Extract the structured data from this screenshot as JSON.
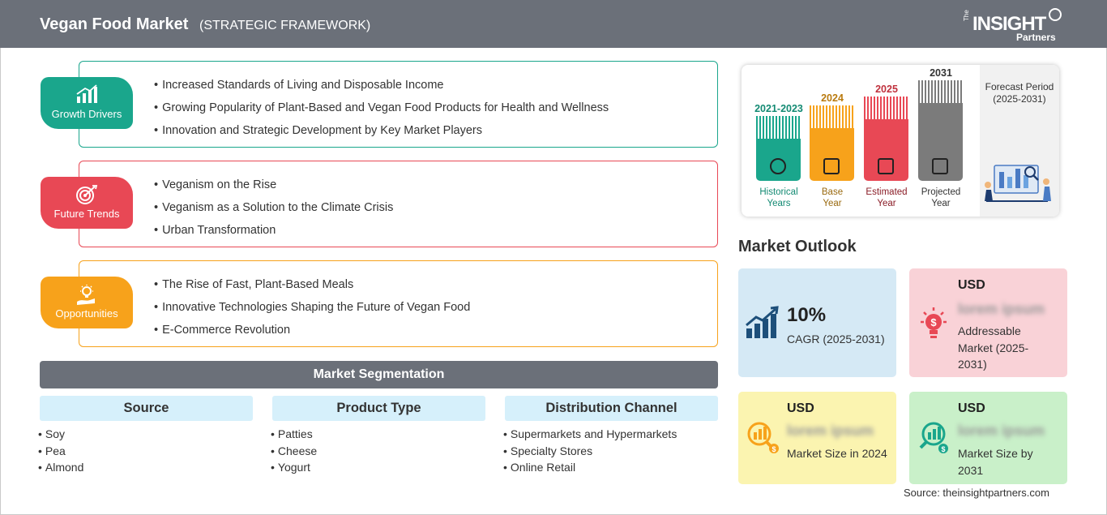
{
  "header": {
    "title": "Vegan Food Market",
    "subtitle": "(STRATEGIC FRAMEWORK)",
    "logo": {
      "the": "The",
      "insight": "INSIGHT",
      "partners": "Partners"
    }
  },
  "framework": {
    "growth_drivers": {
      "label": "Growth Drivers",
      "color": "#1aa68c",
      "items": [
        "Increased Standards of Living and Disposable Income",
        "Growing Popularity of Plant-Based and Vegan Food Products for Health and Wellness",
        "Innovation and Strategic Development by Key Market Players"
      ]
    },
    "future_trends": {
      "label": "Future Trends",
      "color": "#e84855",
      "items": [
        "Veganism on the Rise",
        "Veganism as a Solution to the Climate Crisis",
        "Urban Transformation"
      ]
    },
    "opportunities": {
      "label": "Opportunities",
      "color": "#f7a21b",
      "items": [
        "The Rise of Fast, Plant-Based Meals",
        "Innovative Technologies Shaping the Future of Vegan Food",
        "E-Commerce Revolution"
      ]
    }
  },
  "segmentation": {
    "title": "Market Segmentation",
    "columns": [
      {
        "heading": "Source",
        "items": [
          "Soy",
          "Pea",
          "Almond"
        ]
      },
      {
        "heading": "Product Type",
        "items": [
          "Patties",
          "Cheese",
          "Yogurt"
        ]
      },
      {
        "heading": "Distribution Channel",
        "items": [
          "Supermarkets and Hypermarkets",
          "Specialty Stores",
          "Online Retail"
        ]
      }
    ]
  },
  "timeline": {
    "forecast_label": "Forecast Period (2025-2031)",
    "bars": [
      {
        "year": "2021-2023",
        "line1": "Historical",
        "line2": "Years",
        "color": "#1aa68c",
        "year_color": "#138a73",
        "label_color": "#138a73"
      },
      {
        "year": "2024",
        "line1": "Base",
        "line2": "Year",
        "color": "#f7a21b",
        "year_color": "#b97a0e",
        "label_color": "#9a6a10"
      },
      {
        "year": "2025",
        "line1": "Estimated",
        "line2": "Year",
        "color": "#e84855",
        "year_color": "#c0313d",
        "label_color": "#8a1c26"
      },
      {
        "year": "2031",
        "line1": "Projected",
        "line2": "Year",
        "color": "#7b7b7b",
        "year_color": "#333333",
        "label_color": "#333333"
      }
    ]
  },
  "outlook": {
    "title": "Market Outlook",
    "cagr": {
      "value": "10%",
      "label": "CAGR (2025-2031)",
      "bg": "#d5e9f5"
    },
    "addressable": {
      "usd": "USD",
      "value": "lorem ipsum",
      "label": "Addressable Market (2025-2031)",
      "bg": "#f9d2d7"
    },
    "size_2024": {
      "usd": "USD",
      "value": "lorem ipsum",
      "label": "Market Size in 2024",
      "bg": "#fbf4b0"
    },
    "size_2031": {
      "usd": "USD",
      "value": "lorem ipsum",
      "label": "Market Size by 2031",
      "bg": "#c9f0c9"
    }
  },
  "source": "Source: theinsightpartners.com"
}
